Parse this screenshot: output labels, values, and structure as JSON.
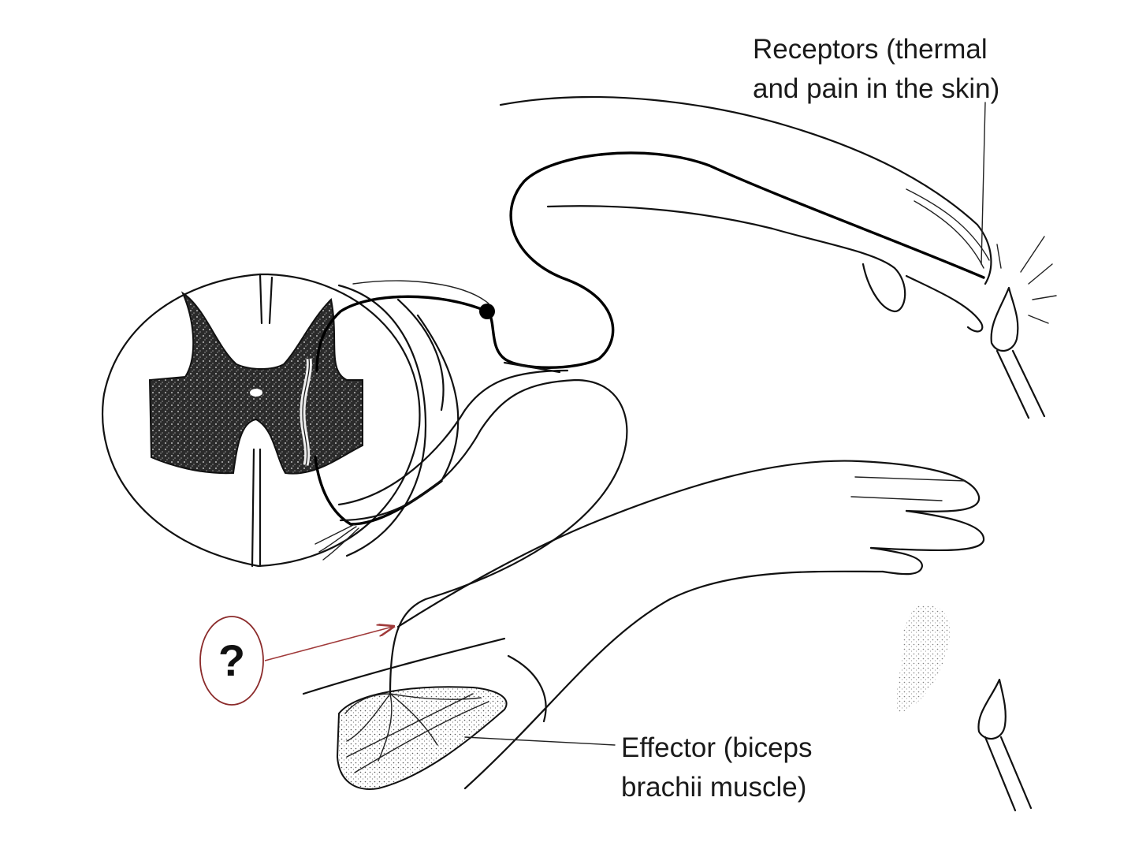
{
  "labels": {
    "receptors_line1": "Receptors (thermal",
    "receptors_line2": "and pain in the skin)",
    "effector_line1": "Effector (biceps",
    "effector_line2": "brachii muscle)",
    "unknown_marker": "?"
  },
  "colors": {
    "line": "#111111",
    "marker_ring": "#8b2b2b",
    "marker_arrow": "#a03a3a"
  },
  "icons": [
    "spinal-cord-cross-section",
    "arm-upper",
    "arm-lower",
    "biceps-muscle",
    "flame-icon",
    "question-marker-icon"
  ]
}
